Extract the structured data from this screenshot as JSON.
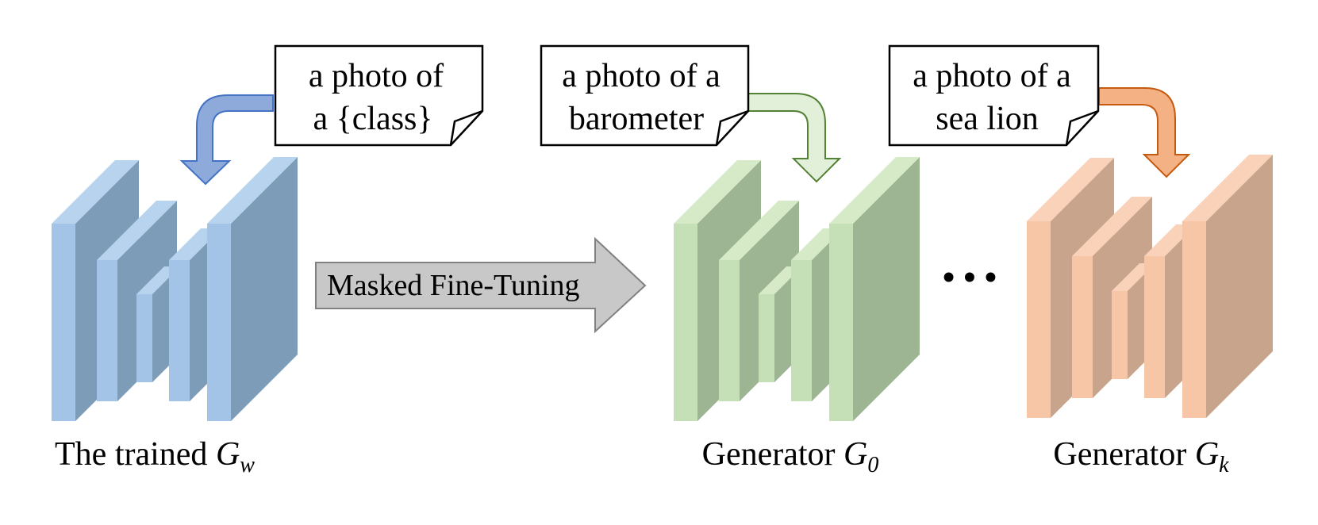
{
  "colors": {
    "blue_front": "#a3c4e6",
    "blue_top": "#b7d3ee",
    "blue_side": "#7d9cb8",
    "green_front": "#c5e0b6",
    "green_top": "#d6eac8",
    "green_side": "#9db592",
    "orange_front": "#f7c6a6",
    "orange_top": "#f9d2b9",
    "orange_side": "#c9a48d",
    "blue_arrow": "#8eaadb",
    "blue_arrow_stroke": "#4472c4",
    "green_arrow": "#e2f0d9",
    "green_arrow_stroke": "#548235",
    "orange_arrow": "#f4b183",
    "orange_arrow_stroke": "#c55a11",
    "gray_arrow": "#c8c8c8",
    "gray_arrow_stroke": "#808080"
  },
  "prompts": {
    "p1": {
      "line1": "a photo of",
      "line2": "a {class}"
    },
    "p2": {
      "line1": "a photo of a",
      "line2": "barometer"
    },
    "p3": {
      "line1": "a photo of a",
      "line2": "sea lion"
    }
  },
  "process_arrow": {
    "label": "Masked Fine-Tuning"
  },
  "ellipsis": "• • •",
  "labels": {
    "trained": {
      "text": "The trained ",
      "symbol": "G",
      "subscript": "w"
    },
    "gen0": {
      "text": "Generator ",
      "symbol": "G",
      "subscript": "0"
    },
    "genk": {
      "text": "Generator ",
      "symbol": "G",
      "subscript": "k"
    }
  },
  "icons": {
    "arrow1": "curved-down-arrow-icon",
    "arrow2": "curved-down-arrow-icon",
    "arrow3": "curved-down-arrow-icon",
    "process": "right-arrow-icon"
  }
}
